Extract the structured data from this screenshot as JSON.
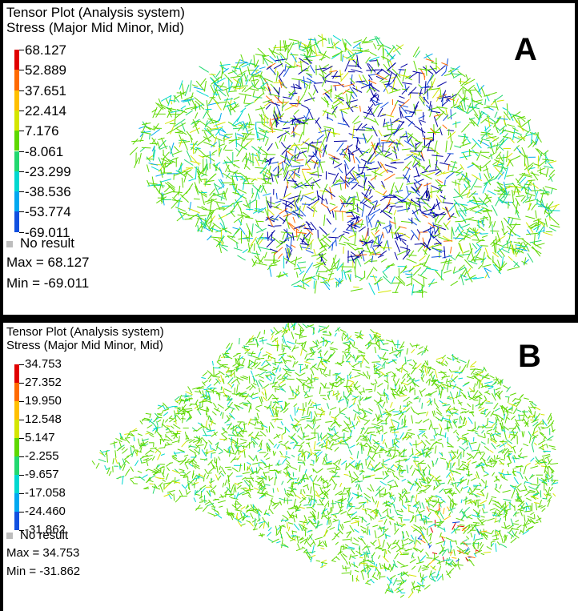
{
  "panels": [
    {
      "id": "A",
      "label": "A",
      "title": "Tensor Plot (Analysis system)",
      "subtitle": "Stress (Major Mid Minor, Mid)",
      "ticks": [
        "68.127",
        "52.889",
        "37.651",
        "22.414",
        "7.176",
        "-8.061",
        "-23.299",
        "-38.536",
        "-53.774",
        "-69.011"
      ],
      "no_result": "No result",
      "max": "Max = 68.127",
      "min": "Min = -69.011"
    },
    {
      "id": "B",
      "label": "B",
      "title": "Tensor Plot (Analysis system)",
      "subtitle": "Stress (Major Mid Minor, Mid)",
      "ticks": [
        "34.753",
        "27.352",
        "19.950",
        "12.548",
        "5.147",
        "-2.255",
        "-9.657",
        "-17.058",
        "-24.460",
        "-31.862"
      ],
      "no_result": "No result",
      "max": "Max = 34.753",
      "min": "Min = -31.862"
    }
  ],
  "colormap": [
    "#e00000",
    "#ff6a00",
    "#ffc000",
    "#d4e600",
    "#5ed800",
    "#22d870",
    "#00d8d0",
    "#00a8f0",
    "#1050e0",
    "#0000a0"
  ],
  "no_result_color": "#bdbdbd"
}
